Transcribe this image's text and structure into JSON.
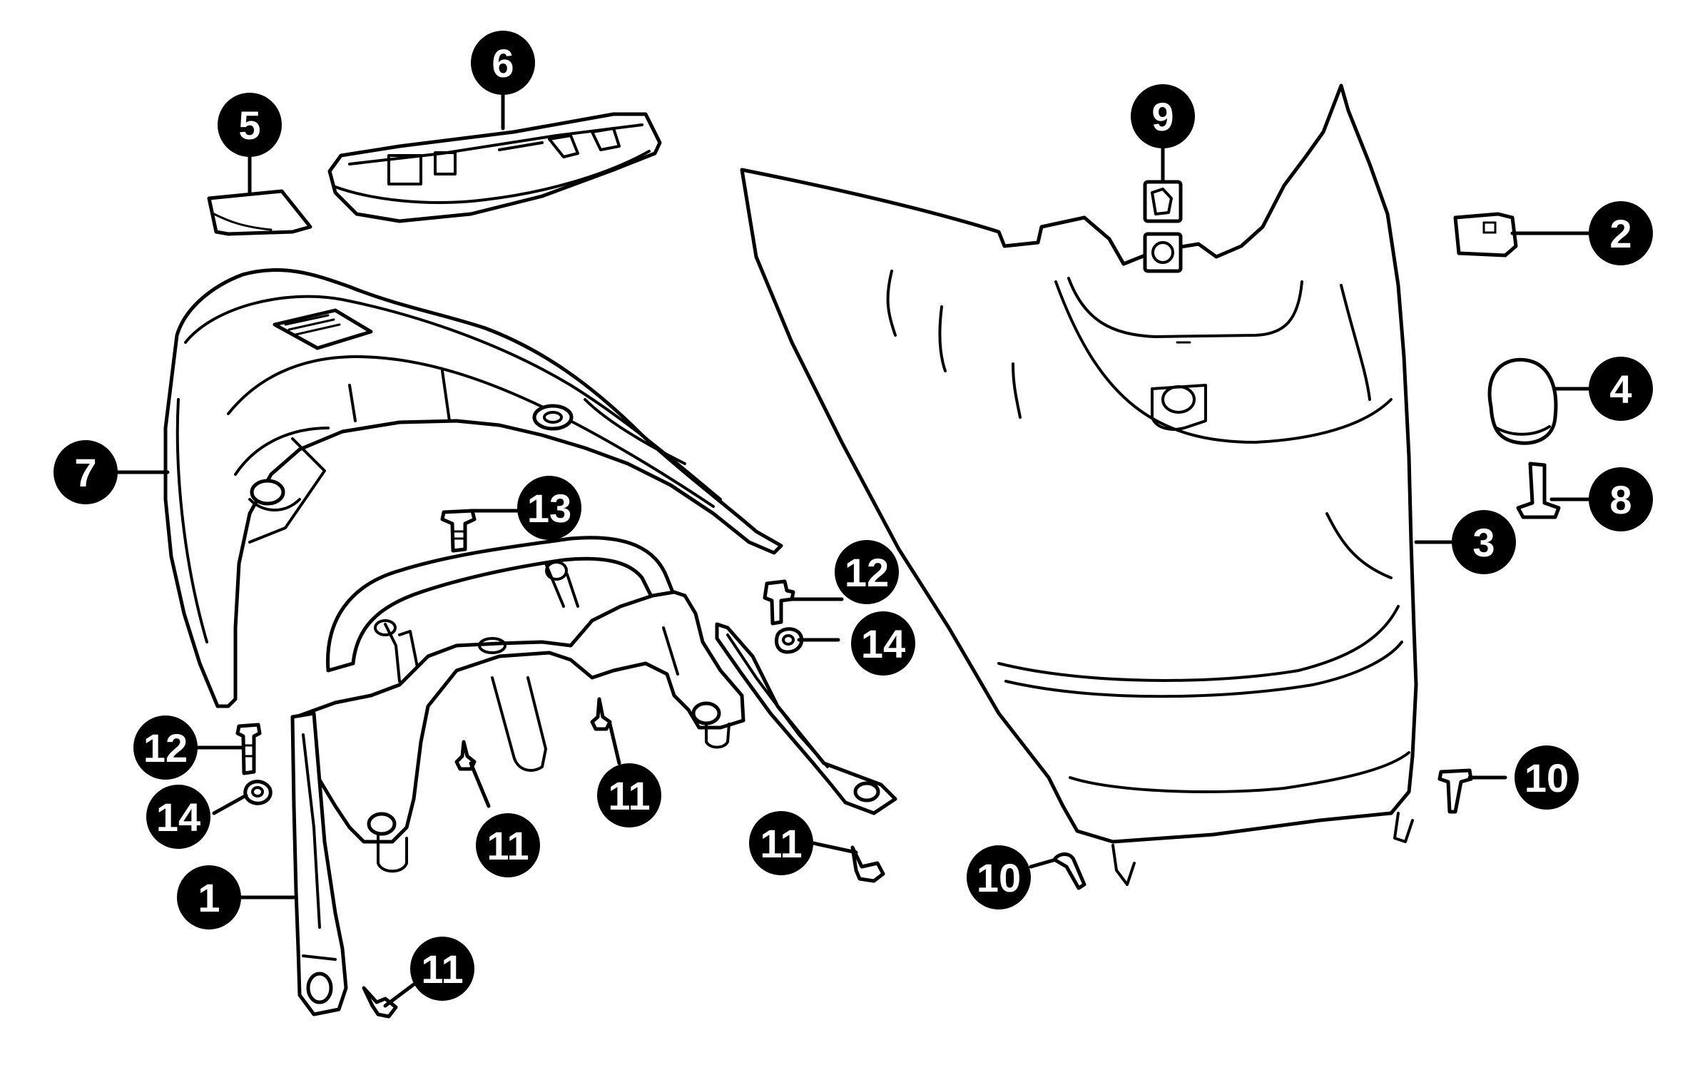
{
  "callouts": [
    {
      "id": "c1",
      "label": "1"
    },
    {
      "id": "c2",
      "label": "2"
    },
    {
      "id": "c3",
      "label": "3"
    },
    {
      "id": "c4",
      "label": "4"
    },
    {
      "id": "c5",
      "label": "5"
    },
    {
      "id": "c6",
      "label": "6"
    },
    {
      "id": "c7",
      "label": "7"
    },
    {
      "id": "c8",
      "label": "8"
    },
    {
      "id": "c9",
      "label": "9"
    },
    {
      "id": "c10a",
      "label": "10"
    },
    {
      "id": "c10b",
      "label": "10"
    },
    {
      "id": "c11a",
      "label": "11"
    },
    {
      "id": "c11b",
      "label": "11"
    },
    {
      "id": "c11c",
      "label": "11"
    },
    {
      "id": "c11d",
      "label": "11"
    },
    {
      "id": "c12a",
      "label": "12"
    },
    {
      "id": "c12b",
      "label": "12"
    },
    {
      "id": "c13",
      "label": "13"
    },
    {
      "id": "c14a",
      "label": "14"
    },
    {
      "id": "c14b",
      "label": "14"
    }
  ]
}
